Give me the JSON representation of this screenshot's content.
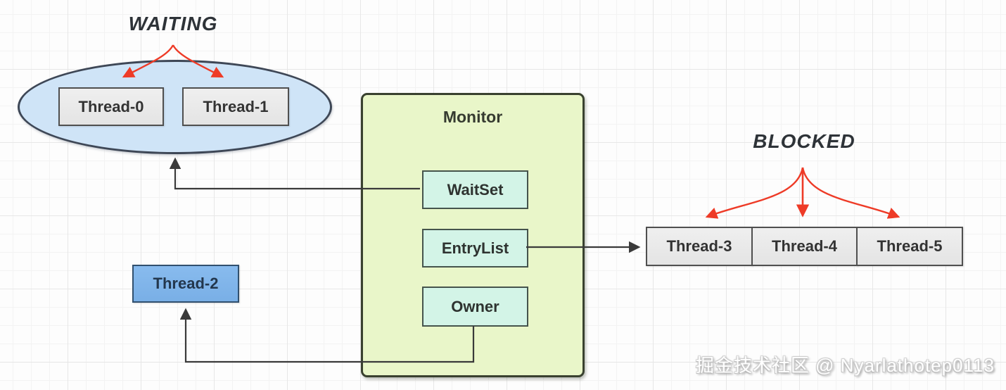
{
  "diagram": {
    "waiting_label": "WAITING",
    "blocked_label": "BLOCKED",
    "monitor": {
      "title": "Monitor",
      "wait_set_label": "WaitSet",
      "entry_list_label": "EntryList",
      "owner_label": "Owner"
    },
    "threads": {
      "waiting": [
        "Thread-0",
        "Thread-1"
      ],
      "owner": "Thread-2",
      "blocked": [
        "Thread-3",
        "Thread-4",
        "Thread-5"
      ]
    }
  },
  "watermark": "掘金技术社区 @ Nyarlathotep0113",
  "colors": {
    "waiting_ellipse_fill": "#cfe4f7",
    "gray_thread_fill": "#e9e9e9",
    "monitor_fill": "#e9f6c9",
    "monitor_slot_fill": "#d3f4e7",
    "owner_thread_fill": "#7eb2e8",
    "arrow_red": "#ee3b27",
    "arrow_black": "#3a3a3a"
  }
}
